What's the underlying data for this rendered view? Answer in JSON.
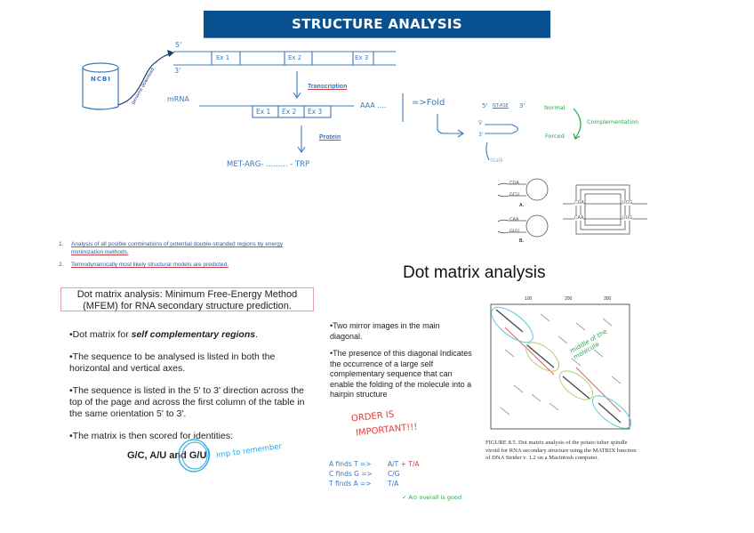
{
  "slide": {
    "title": "STRUCTURE ANALYSIS",
    "colors": {
      "banner": "#08508f",
      "handwriting_blue": "#3d78b8",
      "handwriting_green": "#2aa54a",
      "handwriting_red": "#e23b3b",
      "handwriting_cyan": "#29a9df",
      "box_border": "#e0a4a8"
    }
  },
  "diagram": {
    "database_label": "NCBI",
    "arrow_note": "genome download",
    "dna_strand": {
      "five_prime": "5'",
      "three_prime": "3'",
      "exons": [
        "Ex 1",
        "Ex 2",
        "Ex 3"
      ]
    },
    "transcription_label": "Transcription",
    "mrna_label": "mRNA",
    "mrna_exons": [
      "Ex 1",
      "Ex 2",
      "Ex 3"
    ],
    "poly_a": "AAA ....",
    "fold_label": "=>Fold",
    "protein_label": "Protein",
    "protein_sequence": "MET-ARG- ......... - TRP",
    "hairpin": {
      "linear_5": "5'",
      "linear_3": "3'",
      "linear_seq": "NT-ASE",
      "folded_5": "5'",
      "folded_3": "3'",
      "stalk_label": "Stalk"
    },
    "normal_label": "Normal",
    "forced_label": "Forced",
    "complementation_label": "Complementation",
    "stem_loops": {
      "A": {
        "label": "A.",
        "top": "CGA",
        "bottom": "GCU"
      },
      "B": {
        "label": "B.",
        "top": "CAA",
        "bottom": "GUU"
      },
      "pseudoknot_top_left": "CGA",
      "pseudoknot_top_right": "UCG",
      "pseudoknot_bottom_left": "CAA",
      "pseudoknot_bottom_right": "UUG"
    }
  },
  "methods_list": [
    {
      "num": "1.",
      "text": "Analysis of all posible combinations of potential double-stranded regions by energy minimization methods."
    },
    {
      "num": "2.",
      "text": "Termodynamically most likely structural models are predicted."
    }
  ],
  "left_panel": {
    "box_title": "Dot matrix analysis: Minimum Free-Energy Method (MFEM) for RNA secondary structure prediction.",
    "bullets": [
      {
        "prefix": "•Dot matrix for ",
        "emph": "self complementary regions",
        "suffix": "."
      },
      {
        "text": "•The sequence to be analysed is listed in both the horizontal and vertical axes."
      },
      {
        "text": "•The sequence is listed in the 5' to 3' direction across the top of the page and across the first column of the table in the same orientation 5' to 3'."
      },
      {
        "text": "•The matrix is then scored for identities:"
      }
    ],
    "pairs": "G/C, A/U and G/U",
    "note": "imp to remember"
  },
  "middle_panel": {
    "bullets": [
      "•Two mirror images in the main diagonal.",
      "•The presence of this diagonal Indicates the occurrence of a large self complementary sequence that can enable the folding of the molecule into a hairpin structure"
    ],
    "order_note_1": "ORDER IS",
    "order_note_2": "IMPORTANT!!!",
    "pairing_notes": [
      {
        "left": "A finds T =>",
        "right": "A/T",
        "extra": "+ T/A"
      },
      {
        "left": "C finds G =>",
        "right": "C/G",
        "extra": ""
      },
      {
        "left": "T finds A =>",
        "right": "T/A",
        "extra": ""
      }
    ],
    "green_note": "✓ A⊙ overall is good"
  },
  "right_panel": {
    "title": "Dot matrix analysis",
    "axis_ticks": [
      "100",
      "200",
      "300"
    ],
    "annotation": "middle of the molecule",
    "caption": "FIGURE 8.5. Dot matrix analysis of the potato tuber spindle viroid for RNA secondary structure using the MATRIX function of DNA Strider v. 1.2 on a Macintosh computer."
  }
}
